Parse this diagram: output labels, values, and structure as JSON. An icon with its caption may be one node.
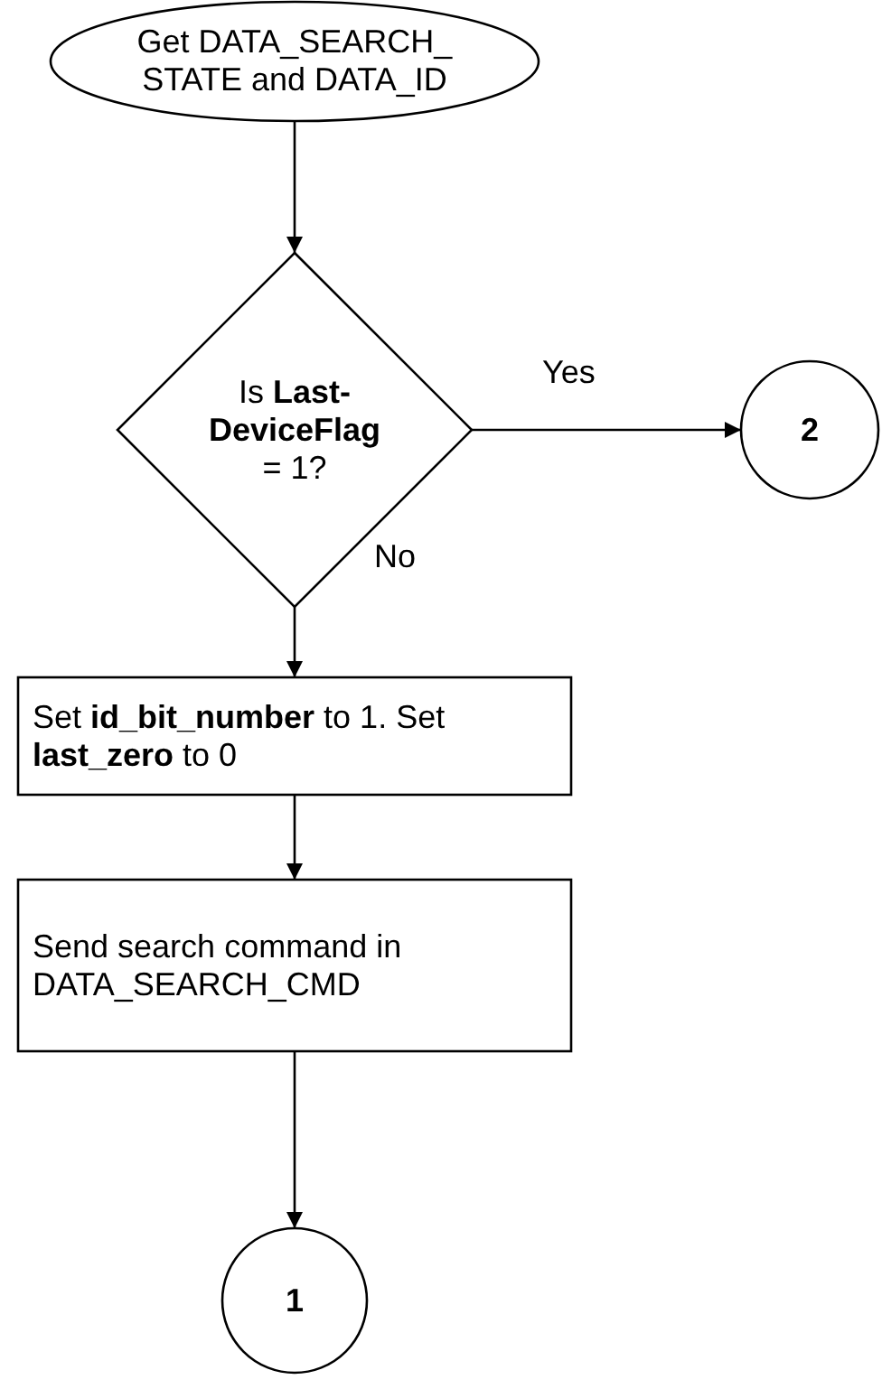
{
  "diagram": {
    "nodes": [
      {
        "text": [
          "Get DATA_SEARCH_ STATE and DATA_ID"
        ]
      },
      {
        "text": [
          "Is **Last-DeviceFlag** = 1?"
        ]
      },
      {
        "text": [
          "2"
        ]
      },
      {
        "text": [
          "Set **id_bit_number** to 1. Set **last_zero** to 0"
        ]
      },
      {
        "text": [
          "Send search command in DATA_SEARCH_CMD"
        ]
      },
      {
        "text": [
          "1"
        ]
      }
    ],
    "edges": [
      {
        "from": 0,
        "to": 1,
        "arrow": "to"
      },
      {
        "from": 1,
        "to": 2,
        "arrow": "to",
        "label": "Yes"
      },
      {
        "from": 1,
        "to": 3,
        "arrow": "to",
        "label": "No"
      },
      {
        "from": 3,
        "to": 4,
        "arrow": "to"
      },
      {
        "from": 4,
        "to": 5,
        "arrow": "to"
      }
    ]
  }
}
